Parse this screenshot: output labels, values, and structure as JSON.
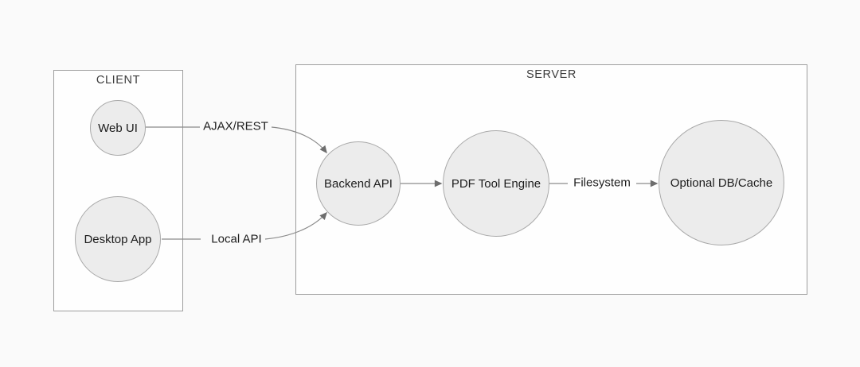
{
  "diagram": {
    "groups": [
      {
        "id": "client",
        "label": "CLIENT"
      },
      {
        "id": "server",
        "label": "SERVER"
      }
    ],
    "nodes": [
      {
        "id": "web-ui",
        "label": "Web UI",
        "group": "client"
      },
      {
        "id": "desktop-app",
        "label": "Desktop App",
        "group": "client"
      },
      {
        "id": "backend-api",
        "label": "Backend API",
        "group": "server"
      },
      {
        "id": "pdf-tool-engine",
        "label": "PDF Tool Engine",
        "group": "server"
      },
      {
        "id": "optional-db-cache",
        "label": "Optional DB/Cache",
        "group": "server"
      }
    ],
    "edges": [
      {
        "from": "web-ui",
        "to": "backend-api",
        "label": "AJAX/REST"
      },
      {
        "from": "desktop-app",
        "to": "backend-api",
        "label": "Local API"
      },
      {
        "from": "backend-api",
        "to": "pdf-tool-engine",
        "label": ""
      },
      {
        "from": "pdf-tool-engine",
        "to": "optional-db-cache",
        "label": "Filesystem"
      }
    ],
    "colors": {
      "background": "#fafafa",
      "group_fill": "#fefefe",
      "group_border": "#9e9e9e",
      "node_fill": "#ececec",
      "node_border": "#a9a9a9",
      "edge_line": "#8a8a8a",
      "arrowhead": "#6e6e6e",
      "text": "#1c1c1c"
    }
  }
}
